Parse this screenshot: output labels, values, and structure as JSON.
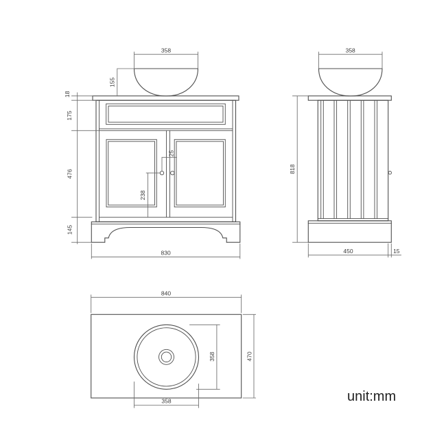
{
  "unit_label": "unit:mm",
  "colors": {
    "background": "#ffffff",
    "line": "#4d4d4d",
    "dimension_line": "#6a6a6a",
    "text": "#3a3a3a"
  },
  "front": {
    "bowl_width": "358",
    "bowl_height": "155",
    "countertop_thickness": "18",
    "drawer_band_height": "175",
    "door_section_height": "476",
    "knob_gap": "25",
    "knob_to_door_bottom": "238",
    "plinth_height": "145",
    "overall_width": "830"
  },
  "side": {
    "bowl_width": "358",
    "overall_height": "818",
    "cabinet_depth": "450",
    "plinth_overhang": "15"
  },
  "top": {
    "countertop_width": "840",
    "countertop_depth": "470",
    "basin_diameter_vertical": "358",
    "basin_diameter_horizontal": "358"
  }
}
